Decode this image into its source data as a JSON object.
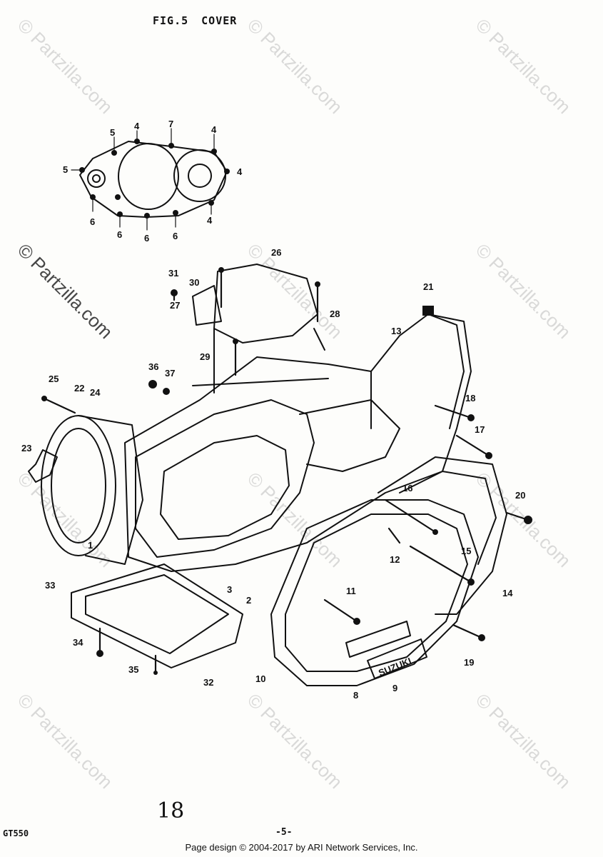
{
  "header": {
    "fig": "FIG.5",
    "name": "COVER"
  },
  "watermark": {
    "text": "© Partzilla.com"
  },
  "callouts": [
    "1",
    "2",
    "3",
    "4",
    "5",
    "6",
    "7",
    "8",
    "9",
    "10",
    "11",
    "12",
    "13",
    "14",
    "15",
    "16",
    "17",
    "18",
    "19",
    "20",
    "21",
    "22",
    "23",
    "24",
    "25",
    "26",
    "27",
    "28",
    "29",
    "30",
    "31",
    "32",
    "33",
    "34",
    "35",
    "36",
    "37"
  ],
  "logo": {
    "text": "SUZUKI"
  },
  "footer": {
    "model": "GT550",
    "handwritten": "18",
    "page": "-5-",
    "copyright": "Page design © 2004-2017 by ARI Network Services, Inc."
  }
}
